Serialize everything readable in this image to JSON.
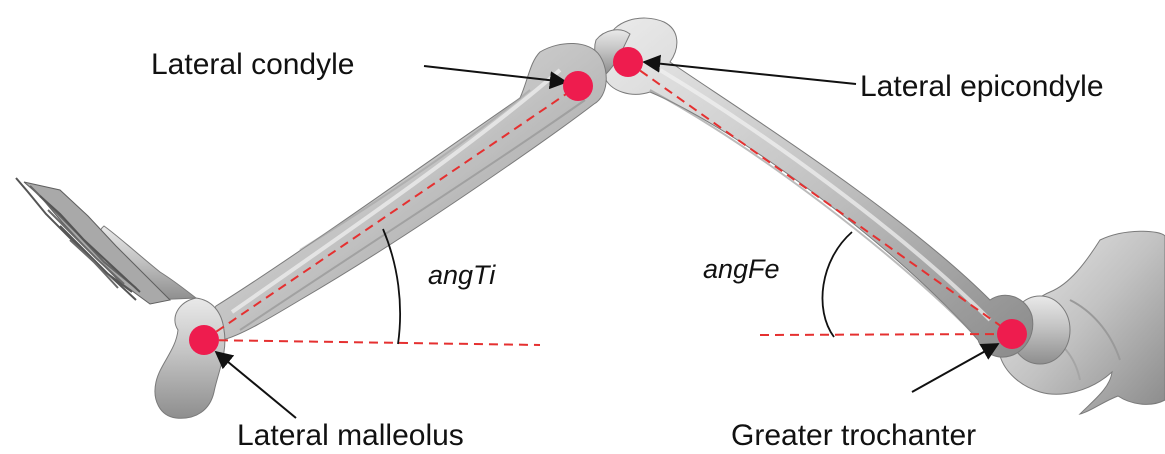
{
  "labels": {
    "lateral_condyle": "Lateral condyle",
    "lateral_epicondyle": "Lateral epicondyle",
    "lateral_malleolus": "Lateral malleolus",
    "greater_trochanter": "Greater trochanter",
    "angle_tibia": "angTi",
    "angle_femur": "angFe"
  },
  "colors": {
    "marker": "#ee1c4e",
    "reference_line": "#e53030",
    "bone": "#bfbfbf",
    "bone_shade": "#8c8c8c",
    "bone_highlight": "#e6e6e6",
    "text": "#111111"
  }
}
